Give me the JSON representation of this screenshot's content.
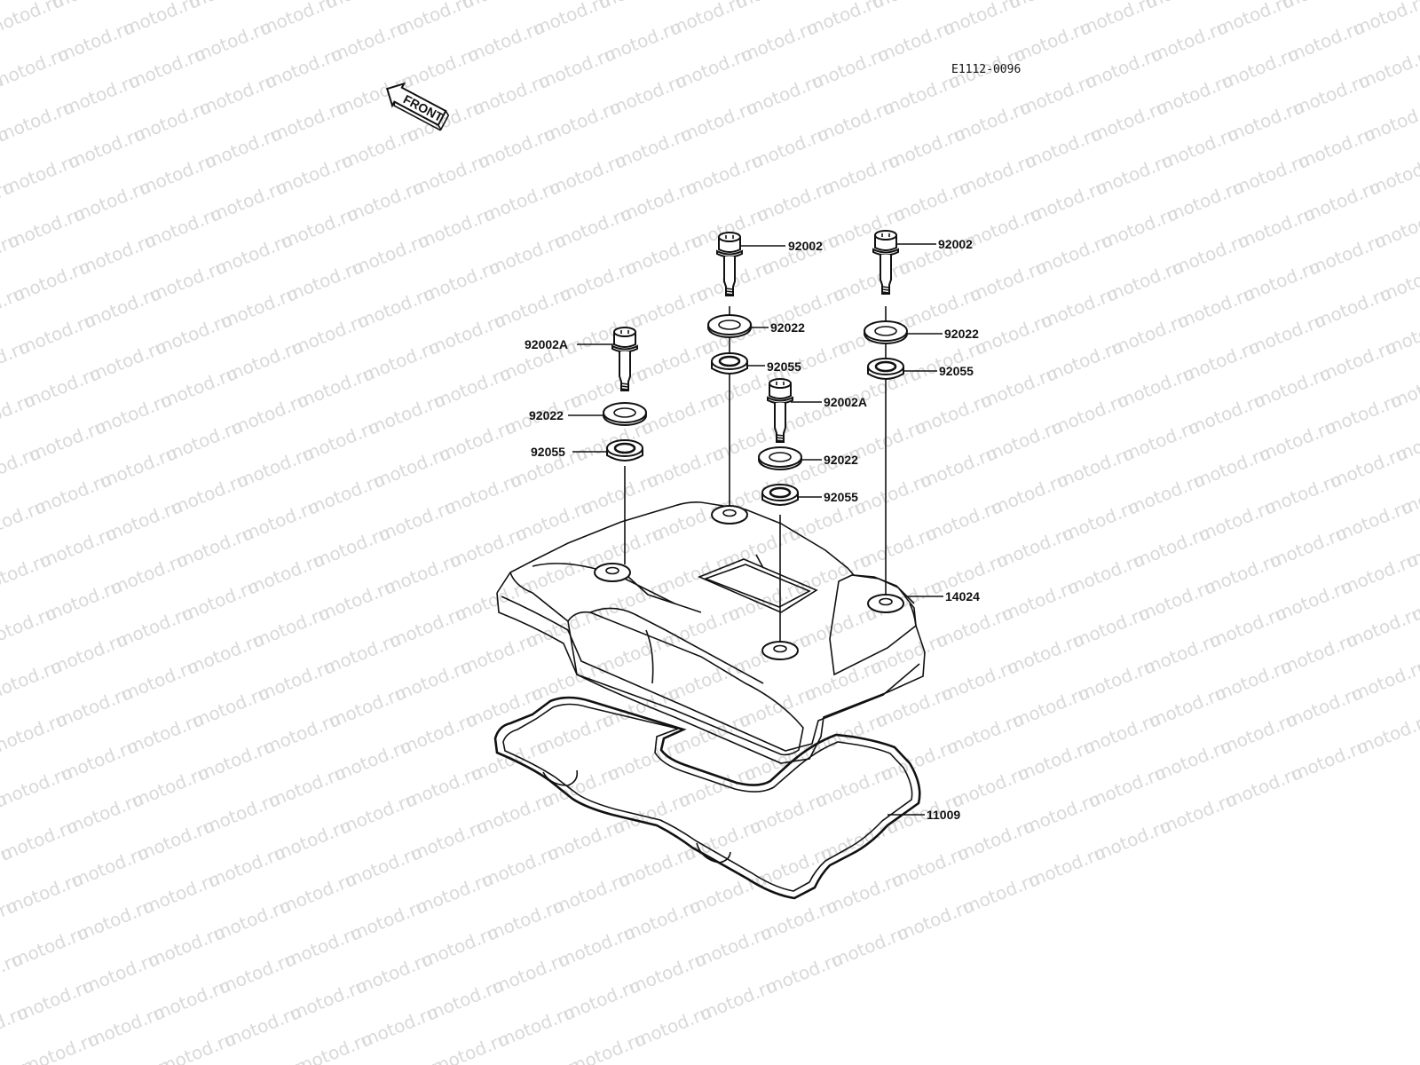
{
  "diagram": {
    "code": "E1112-0096",
    "front_label": "FRONT",
    "watermark": "motod.ru",
    "labels": {
      "bolt_center": "92002",
      "bolt_right": "92002",
      "bolt_left": "92002A",
      "bolt_middle": "92002A",
      "washer_center": "92022",
      "washer_right": "92022",
      "washer_left": "92022",
      "washer_middle": "92022",
      "grommet_center": "92055",
      "grommet_right": "92055",
      "grommet_left": "92055",
      "grommet_middle": "92055",
      "cover": "14024",
      "gasket": "11009"
    }
  }
}
